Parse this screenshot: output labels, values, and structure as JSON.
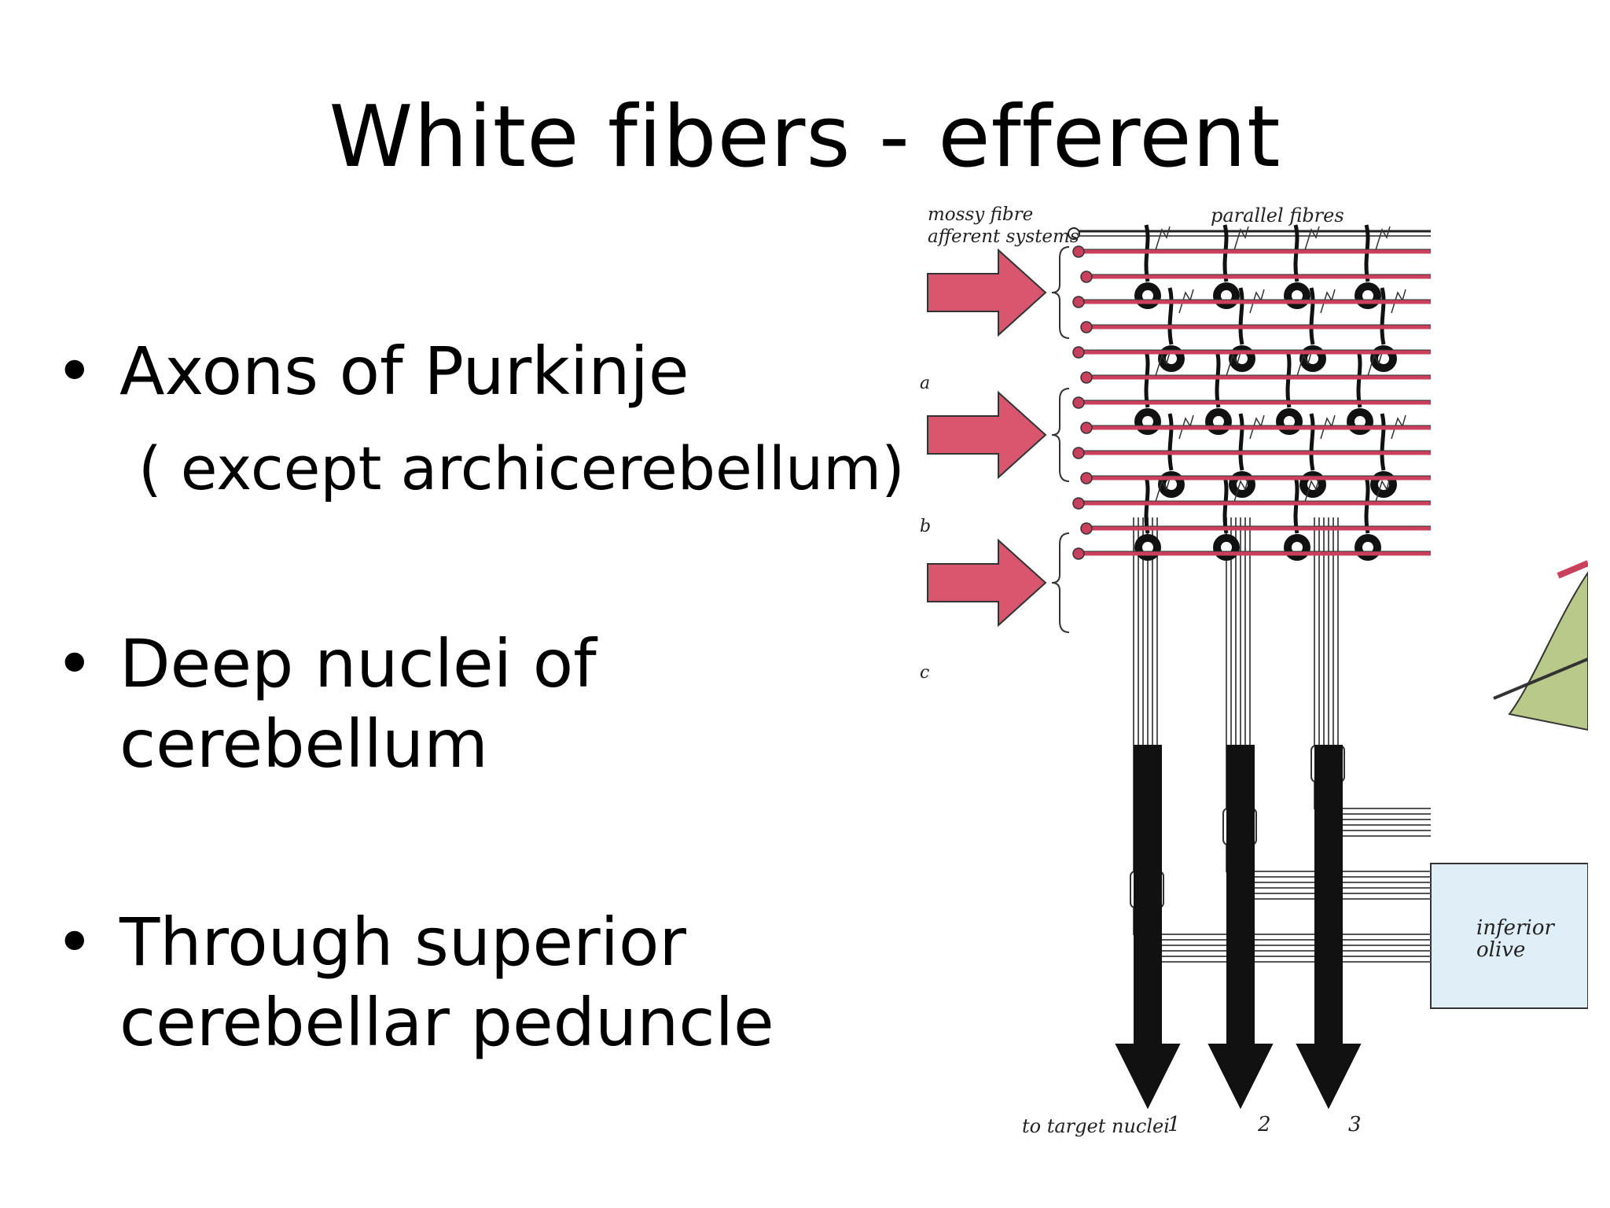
{
  "slide": {
    "title": "White fibers - efferent",
    "bullets": [
      {
        "text": "Axons of Purkinje",
        "sub": "( except archicerebellum)"
      },
      {
        "lines": [
          "Deep nuclei of",
          "cerebellum"
        ]
      },
      {
        "lines": [
          "Through superior",
          "cerebellar peduncle"
        ]
      }
    ],
    "bullet_glyph": "•"
  },
  "diagram": {
    "labels": {
      "mossy": [
        "mossy fibre",
        "afferent systems"
      ],
      "parallel": "parallel fibres",
      "zone_a": "a",
      "zone_b": "b",
      "zone_c": "c",
      "olive": [
        "inferior",
        "olive"
      ],
      "target": "to target nuclei",
      "out1": "1",
      "out2": "2",
      "out3": "3"
    },
    "colors": {
      "input_arrow": "#d9566e",
      "fibre": "#c9405c",
      "olive_box": "#dfeef7",
      "purkinje": "#111111",
      "leaf": "#b9c98a"
    }
  }
}
